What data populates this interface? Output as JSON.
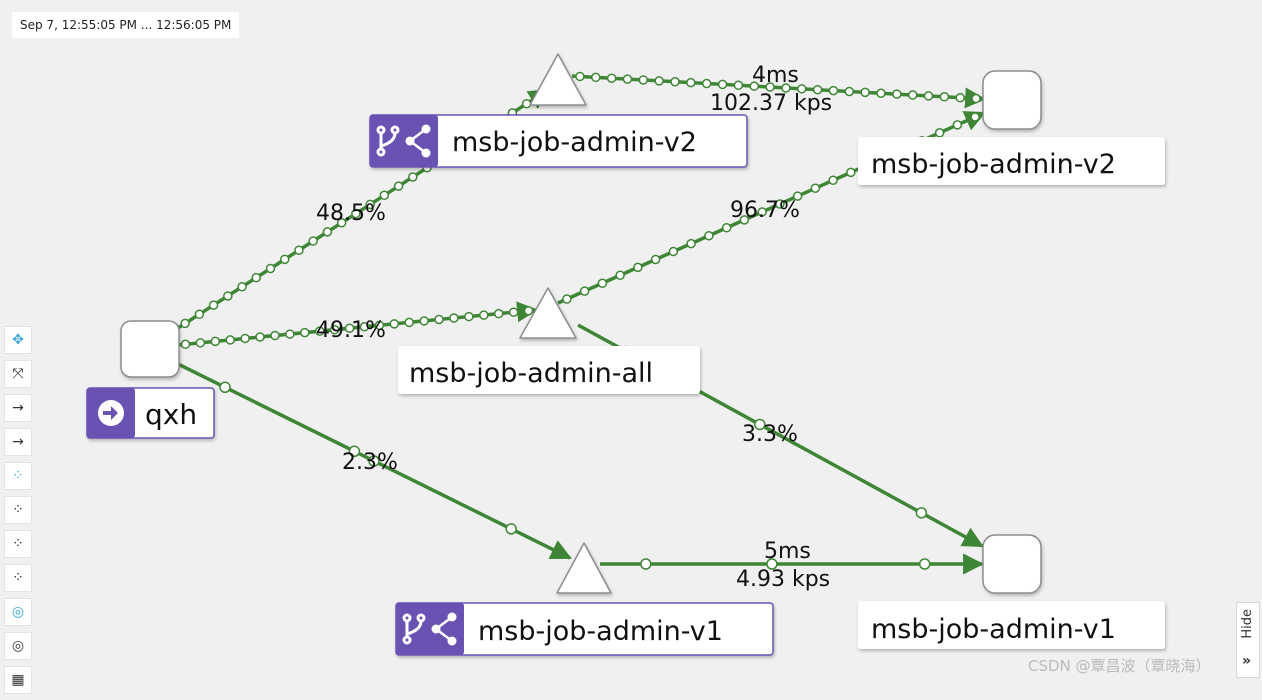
{
  "time_range": "Sep 7, 12:55:05 PM ... 12:56:05 PM",
  "nodes": {
    "qxh": {
      "label": "qxh"
    },
    "app_v2": {
      "label": "msb-job-admin-v2"
    },
    "app_v1": {
      "label": "msb-job-admin-v1"
    },
    "svc_all": {
      "label": "msb-job-admin-all"
    },
    "workload_v2": {
      "label": "msb-job-admin-v2"
    },
    "workload_v1": {
      "label": "msb-job-admin-v1"
    }
  },
  "edges": {
    "qxh_to_v2": "48.5%",
    "qxh_to_all": "49.1%",
    "qxh_to_v1": "2.3%",
    "v2_to_wv2_latency": "4ms",
    "v2_to_wv2_rate": "102.37 kps",
    "all_to_wv2": "96.7%",
    "all_to_wv1": "3.3%",
    "v1_to_wv1_latency": "5ms",
    "v1_to_wv1_rate": "4.93 kps"
  },
  "toolbar": {
    "icons": [
      "move-icon",
      "fit-icon",
      "layout-lr-icon",
      "layout-lr-icon-2",
      "layout-cose-icon",
      "layout-cola-icon",
      "layout-dagre-icon",
      "layout-grid-icon",
      "namespace-box-icon",
      "cluster-box-icon",
      "map-icon"
    ]
  },
  "hide_label": "Hide",
  "watermark": "CSDN @覃昌波（覃晓海）",
  "colors": {
    "background": "#f0f0f0",
    "edge_green": "#3e8635",
    "app_badge_purple": "#6a52b3",
    "node_border": "#8a8d90"
  }
}
